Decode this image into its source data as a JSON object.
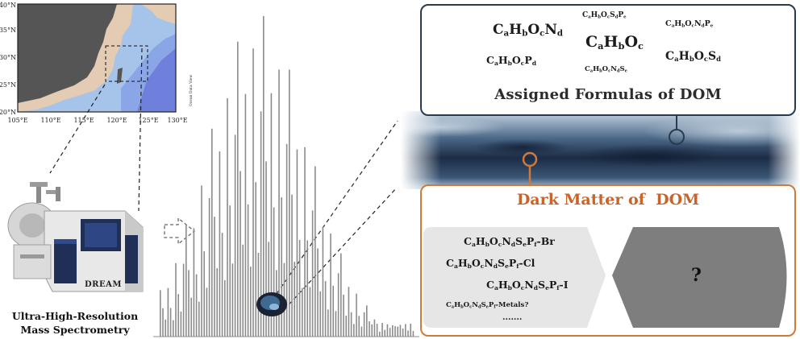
{
  "map": {
    "lat_ticks": [
      "40°N",
      "35°N",
      "30°N",
      "25°N",
      "20°N"
    ],
    "lon_ticks": [
      "105°E",
      "110°E",
      "115°E",
      "120°E",
      "125°E",
      "130°E"
    ],
    "watermark": "Ocean Data View"
  },
  "instrument": {
    "brand_label": "DREAM",
    "caption_line1": "Ultra-High-Resolution",
    "caption_line2": "Mass Spectrometry"
  },
  "assigned_panel": {
    "title": "Assigned Formulas of DOM",
    "formulas": [
      {
        "id": "CHON",
        "parts": [
          [
            "C",
            "a"
          ],
          [
            "H",
            "b"
          ],
          [
            "O",
            "c"
          ],
          [
            "N",
            "d"
          ]
        ]
      },
      {
        "id": "CHOSP",
        "parts": [
          [
            "C",
            "a"
          ],
          [
            "H",
            "b"
          ],
          [
            "O",
            "c"
          ],
          [
            "S",
            "d"
          ],
          [
            "P",
            "e"
          ]
        ]
      },
      {
        "id": "CHONP",
        "parts": [
          [
            "C",
            "a"
          ],
          [
            "H",
            "b"
          ],
          [
            "O",
            "c"
          ],
          [
            "N",
            "d"
          ],
          [
            "P",
            "e"
          ]
        ]
      },
      {
        "id": "CHO",
        "parts": [
          [
            "C",
            "a"
          ],
          [
            "H",
            "b"
          ],
          [
            "O",
            "c"
          ]
        ]
      },
      {
        "id": "CHOP",
        "parts": [
          [
            "C",
            "a"
          ],
          [
            "H",
            "b"
          ],
          [
            "O",
            "c"
          ],
          [
            "P",
            "d"
          ]
        ]
      },
      {
        "id": "CHONS",
        "parts": [
          [
            "C",
            "a"
          ],
          [
            "H",
            "b"
          ],
          [
            "O",
            "c"
          ],
          [
            "N",
            "d"
          ],
          [
            "S",
            "e"
          ]
        ]
      },
      {
        "id": "CHOS",
        "parts": [
          [
            "C",
            "a"
          ],
          [
            "H",
            "b"
          ],
          [
            "O",
            "c"
          ],
          [
            "S",
            "d"
          ]
        ]
      }
    ]
  },
  "dark_panel": {
    "title": "Dark Matter of  DOM",
    "formulas": [
      {
        "id": "Br",
        "parts": [
          [
            "C",
            "a"
          ],
          [
            "H",
            "b"
          ],
          [
            "O",
            "c"
          ],
          [
            "N",
            "d"
          ],
          [
            "S",
            "e"
          ],
          [
            "P",
            "f"
          ]
        ],
        "suffix": "-Br"
      },
      {
        "id": "Cl",
        "parts": [
          [
            "C",
            "a"
          ],
          [
            "H",
            "b"
          ],
          [
            "O",
            "c"
          ],
          [
            "N",
            "d"
          ],
          [
            "S",
            "e"
          ],
          [
            "P",
            "f"
          ]
        ],
        "suffix": "-Cl"
      },
      {
        "id": "I",
        "parts": [
          [
            "C",
            "a"
          ],
          [
            "H",
            "b"
          ],
          [
            "O",
            "c"
          ],
          [
            "N",
            "d"
          ],
          [
            "S",
            "e"
          ],
          [
            "P",
            "f"
          ]
        ],
        "suffix": "-I"
      },
      {
        "id": "Metals",
        "parts": [
          [
            "C",
            "a"
          ],
          [
            "H",
            "b"
          ],
          [
            "O",
            "c"
          ],
          [
            "N",
            "d"
          ],
          [
            "S",
            "e"
          ],
          [
            "P",
            "f"
          ]
        ],
        "suffix": "-Metals?"
      }
    ],
    "ellipsis": ".......",
    "unknown": "?"
  },
  "colors": {
    "navy": "#2b3a4f",
    "orange": "#d07a3a",
    "dark_title": "#c8632a",
    "peaks": "#8c8c8c",
    "hexagon": "#7e7e7e",
    "callout_light": "#e8e8e8",
    "sea": "#a7c5ec",
    "land": "#e4cbb3"
  }
}
